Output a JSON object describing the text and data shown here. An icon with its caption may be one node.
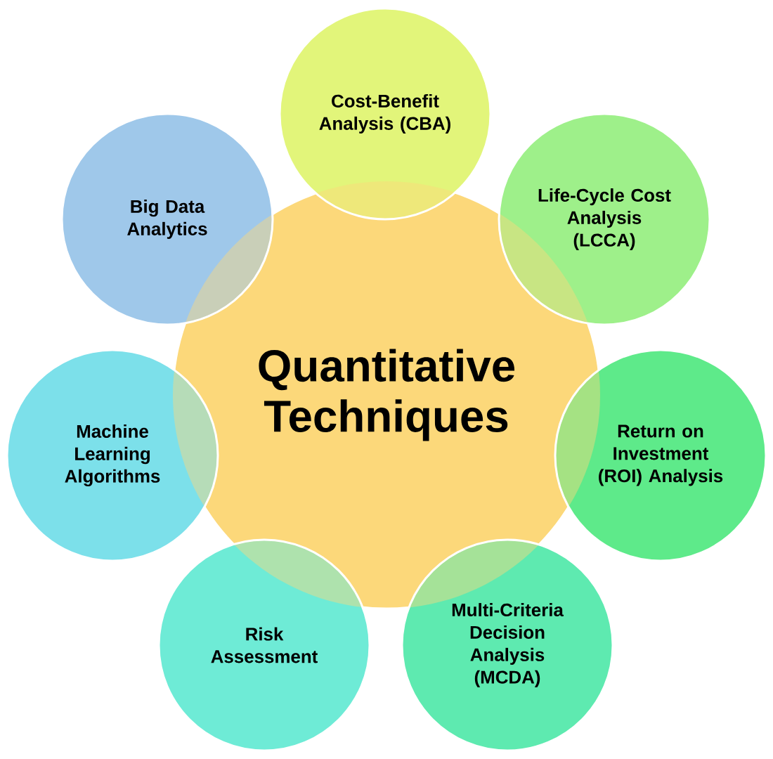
{
  "diagram": {
    "nodes": [
      {
        "text": [
          "Quantitative Techniques"
        ]
      },
      {
        "text": [
          "Cost-Benefit Analysis (CBA)"
        ]
      },
      {
        "text": [
          "Life-Cycle Cost Analysis (LCCA)"
        ]
      },
      {
        "text": [
          "Return on Investment (ROI) Analysis"
        ]
      },
      {
        "text": [
          "Multi-Criteria Decision Analysis (MCDA)"
        ]
      },
      {
        "text": [
          "Risk Assessment"
        ]
      },
      {
        "text": [
          "Machine Learning Algorithms"
        ]
      },
      {
        "text": [
          "Big Data Analytics"
        ]
      }
    ]
  }
}
